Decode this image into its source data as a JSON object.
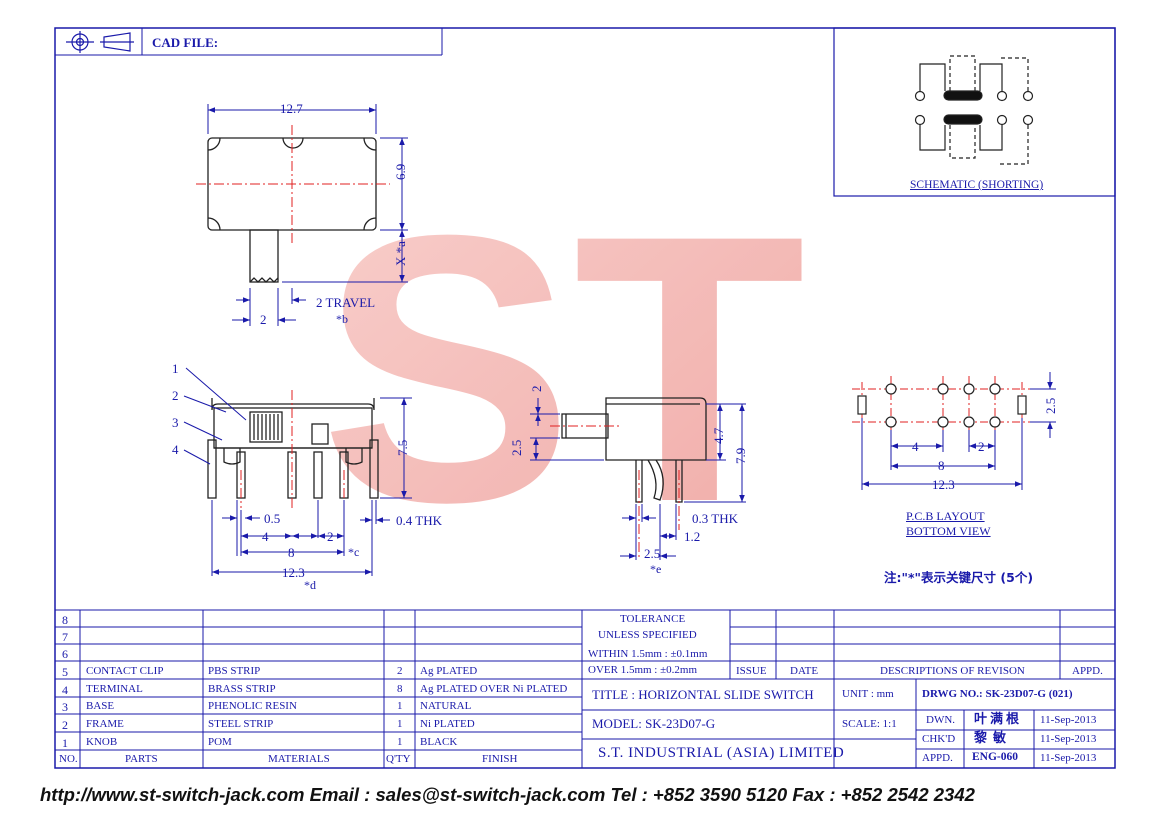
{
  "header": {
    "cad_file_label": "CAD FILE:"
  },
  "watermark": "ST",
  "schematic": {
    "label": "SCHEMATIC (SHORTING)"
  },
  "dimensions": {
    "top_width": "12.7",
    "top_height": "6.9",
    "x_a": "X *a",
    "travel": "2 TRAVEL",
    "b_mark": "*b",
    "knob_w": "2",
    "front_callouts": [
      "1",
      "2",
      "3",
      "4"
    ],
    "front_height": "7.5",
    "pitch_05": "0.5",
    "thk_04": "0.4 THK",
    "dim_4": "4",
    "dim_2": "2",
    "dim_8": "8",
    "c_mark": "*c",
    "dim_123": "12.3",
    "d_mark": "*d",
    "side_2": "2",
    "side_25": "2.5",
    "side_47": "4.7",
    "side_79": "7.9",
    "thk_03": "0.3 THK",
    "side_12": "1.2",
    "side_25b": "2.5",
    "e_mark": "*e",
    "pcb_25": "2.5",
    "pcb_4": "4",
    "pcb_2": "2",
    "pcb_8": "8",
    "pcb_123": "12.3"
  },
  "pcb_layout": {
    "line1": "P.C.B LAYOUT",
    "line2": "BOTTOM VIEW"
  },
  "note": "注:\"*\"表示关键尺寸 (5个)",
  "parts_table": {
    "headers": [
      "NO.",
      "PARTS",
      "MATERIALS",
      "Q'TY",
      "FINISH"
    ],
    "rows": [
      {
        "no": "8",
        "part": "",
        "material": "",
        "qty": "",
        "finish": ""
      },
      {
        "no": "7",
        "part": "",
        "material": "",
        "qty": "",
        "finish": ""
      },
      {
        "no": "6",
        "part": "",
        "material": "",
        "qty": "",
        "finish": ""
      },
      {
        "no": "5",
        "part": "CONTACT CLIP",
        "material": "PBS STRIP",
        "qty": "2",
        "finish": "Ag PLATED"
      },
      {
        "no": "4",
        "part": "TERMINAL",
        "material": "BRASS STRIP",
        "qty": "8",
        "finish": "Ag PLATED OVER Ni PLATED"
      },
      {
        "no": "3",
        "part": "BASE",
        "material": "PHENOLIC RESIN",
        "qty": "1",
        "finish": "NATURAL"
      },
      {
        "no": "2",
        "part": "FRAME",
        "material": "STEEL STRIP",
        "qty": "1",
        "finish": "Ni PLATED"
      },
      {
        "no": "1",
        "part": "KNOB",
        "material": "POM",
        "qty": "1",
        "finish": "BLACK"
      }
    ]
  },
  "tolerance": {
    "title": "TOLERANCE",
    "subtitle": "UNLESS   SPECIFIED",
    "within": "WITHIN  1.5mm : ±0.1mm",
    "over": "OVER    1.5mm : ±0.2mm"
  },
  "revision": {
    "issue": "ISSUE",
    "date": "DATE",
    "desc": "DESCRIPTIONS OF REVISON",
    "appd": "APPD."
  },
  "title_block": {
    "title": "TITLE : HORIZONTAL SLIDE SWITCH",
    "unit": "UNIT :   mm",
    "drwg_no": "DRWG NO.: SK-23D07-G (021)",
    "model": "MODEL: SK-23D07-G",
    "scale": "SCALE:  1:1",
    "company": "S.T.  INDUSTRIAL  (ASIA)  LIMITED",
    "dwn_label": "DWN.",
    "dwn_name": "叶满根",
    "dwn_date": "11-Sep-2013",
    "chkd_label": "CHK'D",
    "chkd_name": "黎敏",
    "chkd_date": "11-Sep-2013",
    "appd_label": "APPD.",
    "appd_name": "ENG-060",
    "appd_date": "11-Sep-2013"
  },
  "footer": "http://www.st-switch-jack.com  Email : sales@st-switch-jack.com  Tel : +852 3590 5120  Fax : +852 2542 2342",
  "colors": {
    "line": "#1a1aaa",
    "watermark": "#f0a8a4",
    "centerline": "#e02020",
    "drawing": "#222222"
  }
}
